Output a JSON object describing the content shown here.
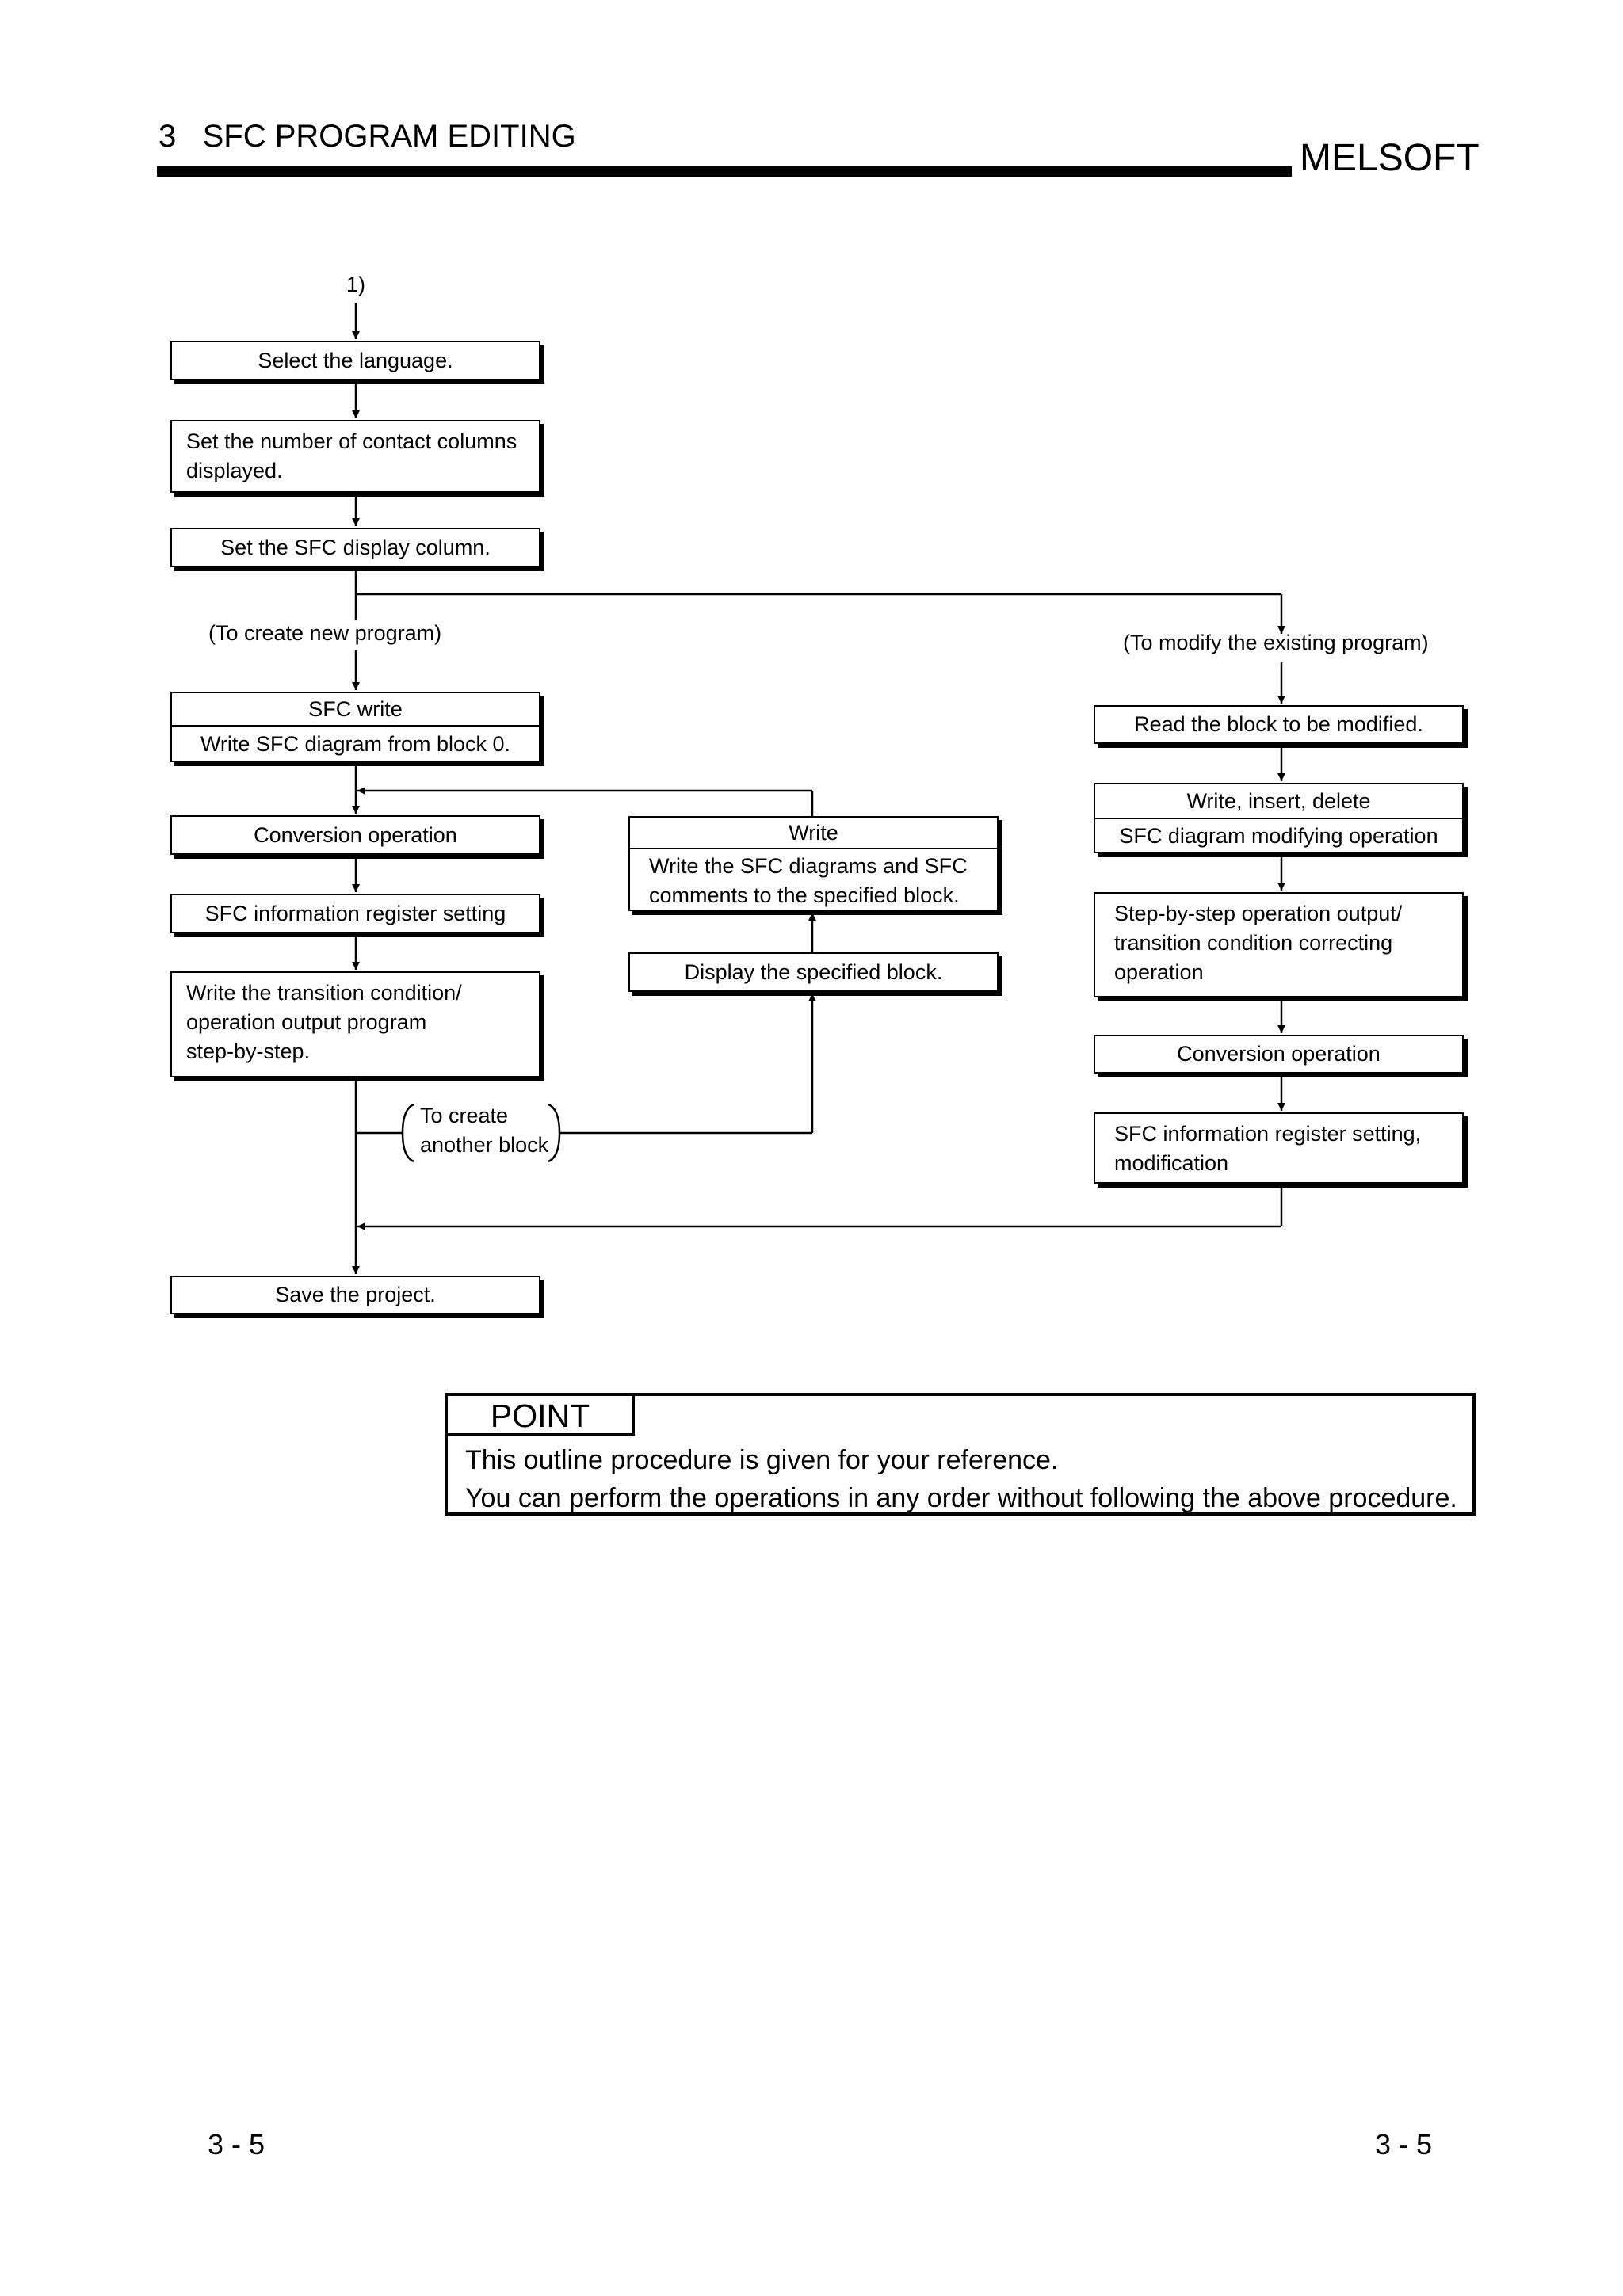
{
  "header": {
    "chapter": "3   SFC PROGRAM EDITING",
    "brand": "MELSOFT"
  },
  "flowchart": {
    "start_marker": "1)",
    "select_language": "Select the language.",
    "set_contact_columns": [
      "Set the number of contact columns",
      "displayed."
    ],
    "set_display_column": "Set the SFC display column.",
    "branch_new": "(To create new program)",
    "branch_modify": "(To modify the existing program)",
    "sfc_write_title": "SFC write",
    "sfc_write_body": "Write SFC diagram from block 0.",
    "conversion_left": "Conversion operation",
    "info_register_left": "SFC information register setting",
    "write_transition": [
      "Write the transition condition/",
      "operation output program",
      "step-by-step."
    ],
    "create_another": [
      "To create",
      "another block"
    ],
    "write_title": "Write",
    "write_body": [
      "Write the SFC diagrams and SFC",
      "comments to the specified block."
    ],
    "display_block": "Display the specified block.",
    "read_block": "Read the block to be modified.",
    "modify_title": "Write, insert, delete",
    "modify_body": "SFC diagram modifying operation",
    "step_output": [
      "Step-by-step operation output/",
      "transition condition correcting",
      "operation"
    ],
    "conversion_right": "Conversion operation",
    "info_register_right": [
      "SFC information register setting,",
      "modification"
    ],
    "save_project": "Save the project."
  },
  "point": {
    "title": "POINT",
    "line1": "This outline procedure is given for your reference.",
    "line2": "You can perform the operations in any order without following the above procedure."
  },
  "footer": {
    "page_left": "3 - 5",
    "page_right": "3 - 5"
  }
}
